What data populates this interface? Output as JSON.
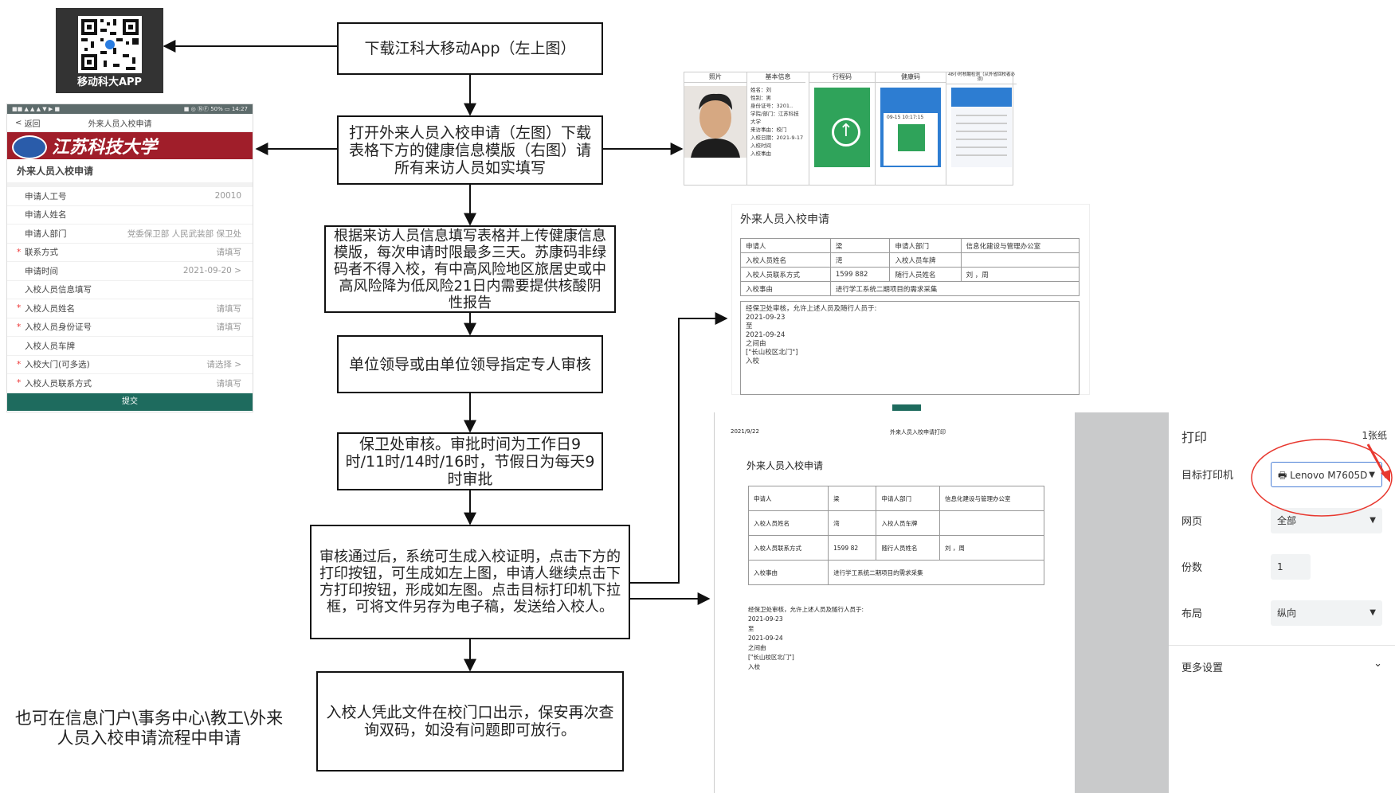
{
  "qr": {
    "label": "移动科大APP"
  },
  "steps": [
    "下载江科大移动App（左上图）",
    "打开外来人员入校申请（左图）下载表格下方的健康信息模版（右图）请所有来访人员如实填写",
    "根据来访人员信息填写表格并上传健康信息模版，每次申请时限最多三天。苏康码非绿码者不得入校，有中高风险地区旅居史或中高风险降为低风险21日内需要提供核酸阴性报告",
    "单位领导或由单位领导指定专人审核",
    "保卫处审核。审批时间为工作日9时/11时/14时/16时，节假日为每天9时审批",
    "审核通过后，系统可生成入校证明，点击下方的打印按钮，可生成如左上图，申请人继续点击下方打印按钮，形成如左图。点击目标打印机下拉框，可将文件另存为电子稿，发送给入校人。",
    "入校人凭此文件在校门口出示，保安再次查询双码，如没有问题即可放行。"
  ],
  "side_note": "也可在信息门户\\事务中心\\教工\\外来人员入校申请流程中申请",
  "phone": {
    "status_left": "■■ ▲ ▲ ▲ ▼ ▶ ■",
    "status_right": "■ ◎ ⓃⒻ 50% ▭ 14:27",
    "back": "返回",
    "nav_title": "外来人员入校申请",
    "banner": "江苏科技大学",
    "form_title": "外来人员入校申请",
    "rows": [
      {
        "label": "申请人工号",
        "value": "20010",
        "req": false
      },
      {
        "label": "申请人姓名",
        "value": "",
        "req": false
      },
      {
        "label": "申请人部门",
        "value": "党委保卫部 人民武装部 保卫处",
        "req": false
      },
      {
        "label": "联系方式",
        "value": "请填写",
        "req": true
      },
      {
        "label": "申请时间",
        "value": "2021-09-20 >",
        "req": false
      },
      {
        "label": "入校人员信息填写",
        "value": "",
        "req": false
      },
      {
        "label": "入校人员姓名",
        "value": "请填写",
        "req": true
      },
      {
        "label": "入校人员身份证号",
        "value": "请填写",
        "req": true
      },
      {
        "label": "入校人员车牌",
        "value": "",
        "req": false
      },
      {
        "label": "入校大门(可多选)",
        "value": "请选择 >",
        "req": true
      },
      {
        "label": "入校人员联系方式",
        "value": "请填写",
        "req": true
      }
    ],
    "submit": "提交"
  },
  "shots": {
    "headers": [
      "照片",
      "基本信息",
      "行程码",
      "健康码",
      "48小时核酸检测（从外省回校者必须）"
    ],
    "basic_lines": [
      "姓名：刘",
      "性别：男",
      "身份证号：3201..",
      "学院/部门：江苏科技",
      "大学",
      "来访事由：校门",
      "入校日期：2021-9-17",
      "入校时间",
      "入校事由"
    ],
    "health_time": "09-15 10:17:15"
  },
  "form": {
    "title": "外来人员入校申请",
    "rows": [
      [
        "申请人",
        "梁",
        "申请人部门",
        "信息化建设与管理办公室"
      ],
      [
        "入校人员姓名",
        "湾",
        "入校人员车牌",
        ""
      ],
      [
        "入校人员联系方式",
        "1599        882",
        "随行人员姓名",
        "刘      ，周"
      ],
      [
        "入校事由",
        "进行学工系统二期项目的需求采集",
        "",
        ""
      ]
    ],
    "note_lines": [
      "经保卫处审核，允许上述人员及随行人员于:",
      "2021-09-23",
      "至",
      "2021-09-24",
      "之间由",
      "[\"长山校区北门\"]",
      "入校"
    ]
  },
  "paper": {
    "date": "2021/9/22",
    "header": "外来人员入校申请打印",
    "title": "外来人员入校申请",
    "rows": [
      [
        "申请人",
        "梁",
        "申请人部门",
        "信息化建设与管理办公室"
      ],
      [
        "入校人员姓名",
        "湾",
        "入校人员车牌",
        ""
      ],
      [
        "入校人员联系方式",
        "1599       82",
        "随行人员姓名",
        "刘    ，周"
      ],
      [
        "入校事由",
        "进行学工系统二期项目的需求采集",
        "",
        ""
      ]
    ],
    "note_lines": [
      "经保卫处审核，允许上述人员及随行人员于:",
      "2021-09-23",
      "至",
      "2021-09-24",
      "之间由",
      "[\"长山校区北门\"]",
      "入校"
    ]
  },
  "print_dialog": {
    "title": "打印",
    "sheets": "1张纸",
    "printer_label": "目标打印机",
    "printer_value": "Lenovo M7605D",
    "pages_label": "网页",
    "pages_value": "全部",
    "copies_label": "份数",
    "copies_value": "1",
    "layout_label": "布局",
    "layout_value": "纵向",
    "more_label": "更多设置"
  }
}
